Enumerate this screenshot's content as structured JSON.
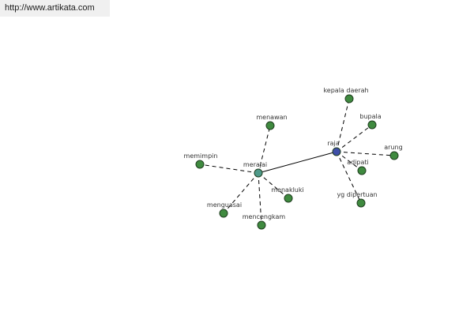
{
  "header": {
    "url": "http://www.artikata.com"
  },
  "graph": {
    "colors": {
      "hub": "#4f9a8a",
      "center": "#3f4fa8",
      "leaf": "#3f8a3f"
    },
    "nodes": [
      {
        "id": "merajai",
        "label": "merajai",
        "kind": "hub"
      },
      {
        "id": "raja",
        "label": "raja",
        "kind": "center"
      },
      {
        "id": "menawan",
        "label": "menawan",
        "kind": "leaf"
      },
      {
        "id": "memimpin",
        "label": "memimpin",
        "kind": "leaf"
      },
      {
        "id": "menguasai",
        "label": "menguasai",
        "kind": "leaf"
      },
      {
        "id": "mencengkam",
        "label": "mencengkam",
        "kind": "leaf"
      },
      {
        "id": "menakluki",
        "label": "menakluki",
        "kind": "leaf"
      },
      {
        "id": "kepala-daerah",
        "label": "kepala daerah",
        "kind": "leaf"
      },
      {
        "id": "bupala",
        "label": "bupala",
        "kind": "leaf"
      },
      {
        "id": "arung",
        "label": "arung",
        "kind": "leaf"
      },
      {
        "id": "adipati",
        "label": "adipati",
        "kind": "leaf"
      },
      {
        "id": "yg-dipertuan",
        "label": "yg dipertuan",
        "kind": "leaf"
      }
    ],
    "edges": [
      {
        "from": "merajai",
        "to": "raja",
        "style": "solid"
      },
      {
        "from": "merajai",
        "to": "menawan",
        "style": "dashed"
      },
      {
        "from": "merajai",
        "to": "memimpin",
        "style": "dashed"
      },
      {
        "from": "merajai",
        "to": "menguasai",
        "style": "dashed"
      },
      {
        "from": "merajai",
        "to": "mencengkam",
        "style": "dashed"
      },
      {
        "from": "merajai",
        "to": "menakluki",
        "style": "dashed"
      },
      {
        "from": "raja",
        "to": "kepala-daerah",
        "style": "dashed"
      },
      {
        "from": "raja",
        "to": "bupala",
        "style": "dashed"
      },
      {
        "from": "raja",
        "to": "arung",
        "style": "dashed"
      },
      {
        "from": "raja",
        "to": "adipati",
        "style": "dashed"
      },
      {
        "from": "raja",
        "to": "yg-dipertuan",
        "style": "dashed"
      }
    ]
  }
}
